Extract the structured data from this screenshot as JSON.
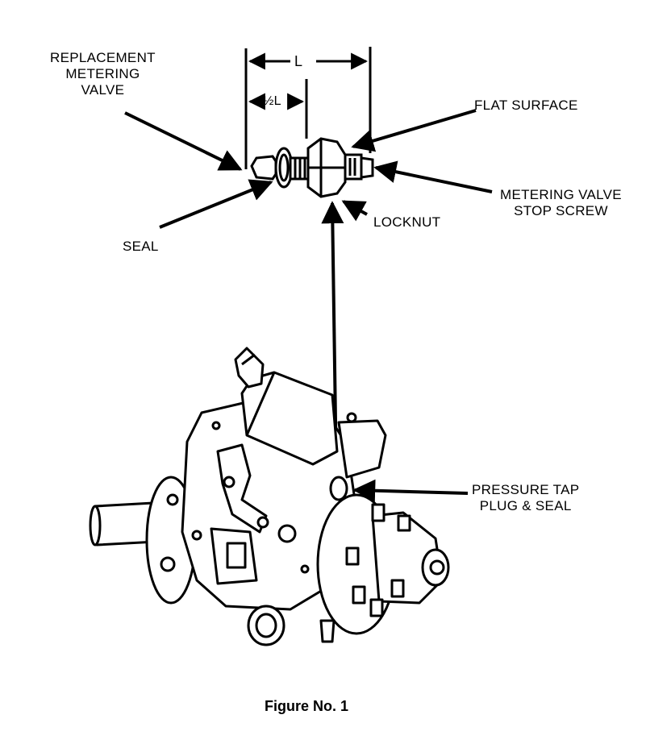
{
  "labels": {
    "replacement_metering_valve": [
      "REPLACEMENT",
      "METERING",
      "VALVE"
    ],
    "flat_surface": "FLAT SURFACE",
    "metering_valve_stop_screw": [
      "METERING VALVE",
      "STOP SCREW"
    ],
    "locknut": "LOCKNUT",
    "seal": "SEAL",
    "pressure_tap_plug_seal": [
      "PRESSURE TAP",
      "PLUG & SEAL"
    ],
    "dimension_l": "L",
    "dimension_half_l": "½L"
  },
  "caption": "Figure No. 1"
}
